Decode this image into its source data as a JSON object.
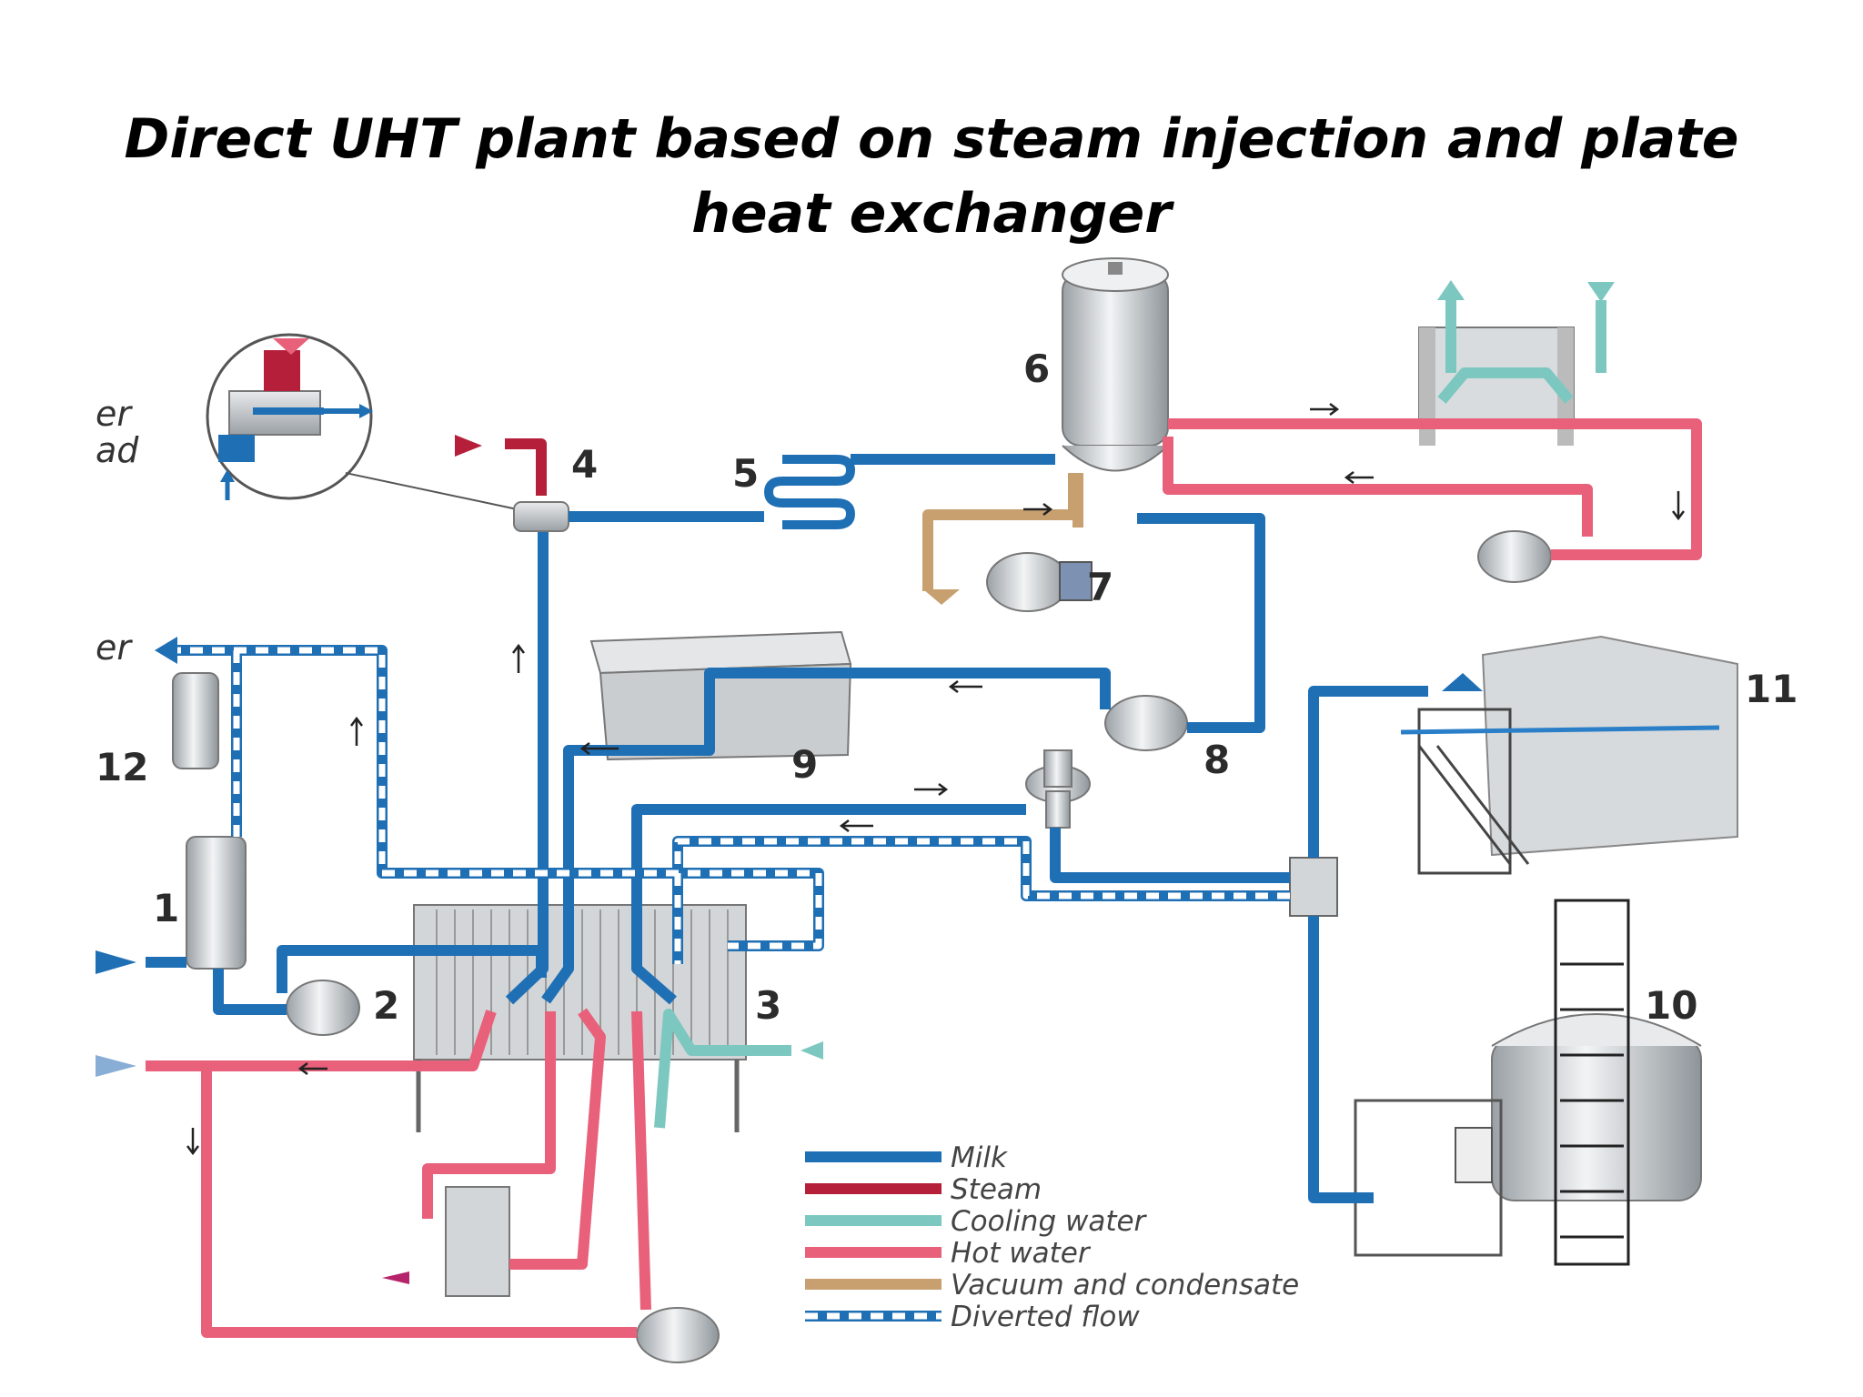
{
  "title": {
    "line1": "Direct UHT plant based on steam injection and plate",
    "line2": "heat exchanger"
  },
  "labels": {
    "n1": "1",
    "n2": "2",
    "n3": "3",
    "n4": "4",
    "n5": "5",
    "n6": "6",
    "n7": "7",
    "n8": "8",
    "n9": "9",
    "n10": "10",
    "n11": "11",
    "n12": "12"
  },
  "cropped_text": {
    "a": "er",
    "b": "ad",
    "c": "er"
  },
  "legend": [
    {
      "label": "Milk",
      "color": "#1f6fb5",
      "style": "solid"
    },
    {
      "label": "Steam",
      "color": "#b51f3a",
      "style": "solid"
    },
    {
      "label": "Cooling water",
      "color": "#7cc8c0",
      "style": "solid"
    },
    {
      "label": "Hot water",
      "color": "#e8607a",
      "style": "solid"
    },
    {
      "label": "Vacuum and condensate",
      "color": "#c8a070",
      "style": "solid"
    },
    {
      "label": "Diverted flow",
      "color": "#1f6fb5",
      "style": "dashed"
    }
  ],
  "colors": {
    "milk": "#1f6fb5",
    "steam": "#b51f3a",
    "cooling_water": "#7cc8c0",
    "hot_water": "#e8607a",
    "vacuum": "#c8a070",
    "equipment": "#cfd3d6"
  }
}
